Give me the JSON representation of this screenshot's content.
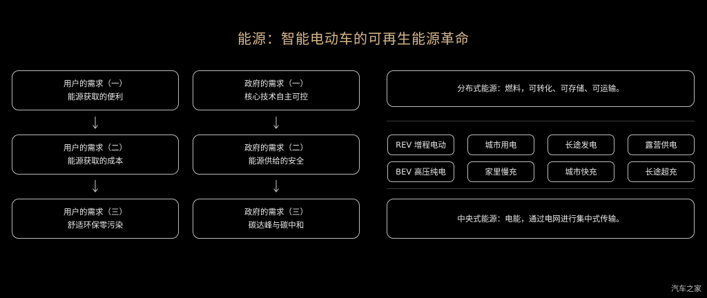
{
  "title": "能源：智能电动车的可再生能源革命",
  "user_column": [
    {
      "line1": "用户的需求（一）",
      "line2": "能源获取的便利"
    },
    {
      "line1": "用户的需求（二）",
      "line2": "能源获取的成本"
    },
    {
      "line1": "用户的需求（三）",
      "line2": "舒适环保零污染"
    }
  ],
  "gov_column": [
    {
      "line1": "政府的需求（一）",
      "line2": "核心技术自主可控"
    },
    {
      "line1": "政府的需求（二）",
      "line2": "能源供给的安全"
    },
    {
      "line1": "政府的需求（三）",
      "line2": "碳达峰与碳中和"
    }
  ],
  "distributed": "分布式能源：燃料，可转化、可存储、可运输。",
  "central": "中央式能源：电能，通过电网进行集中式传输。",
  "grid": [
    [
      "REV 增程电动",
      "城市用电",
      "长途发电",
      "露营供电"
    ],
    [
      "BEV 高压纯电",
      "家里慢充",
      "城市快充",
      "长途超充"
    ]
  ],
  "watermark": "汽车之家"
}
